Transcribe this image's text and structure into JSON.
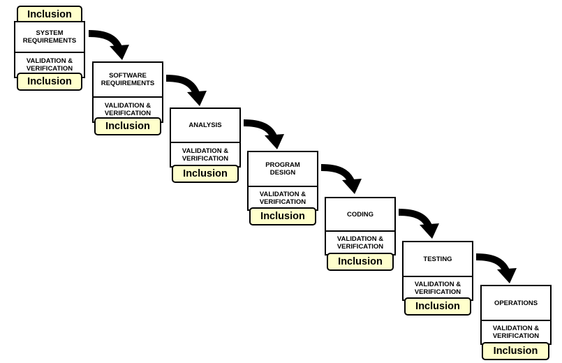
{
  "colors": {
    "badge_fill": "#ffffcc",
    "border": "#000000",
    "arrow": "#000000"
  },
  "badge_label": "Inclusion",
  "stages": [
    {
      "title": "SYSTEM\nREQUIREMENTS",
      "vv": "VALIDATION &\nVERIFICATION"
    },
    {
      "title": "SOFTWARE\nREQUIREMENTS",
      "vv": "VALIDATION &\nVERIFICATION"
    },
    {
      "title": "ANALYSIS",
      "vv": "VALIDATION &\nVERIFICATION"
    },
    {
      "title": "PROGRAM\nDESIGN",
      "vv": "VALIDATION &\nVERIFICATION"
    },
    {
      "title": "CODING",
      "vv": "VALIDATION &\nVERIFICATION"
    },
    {
      "title": "TESTING",
      "vv": "VALIDATION &\nVERIFICATION"
    },
    {
      "title": "OPERATIONS",
      "vv": "VALIDATION &\nVERIFICATION"
    }
  ]
}
